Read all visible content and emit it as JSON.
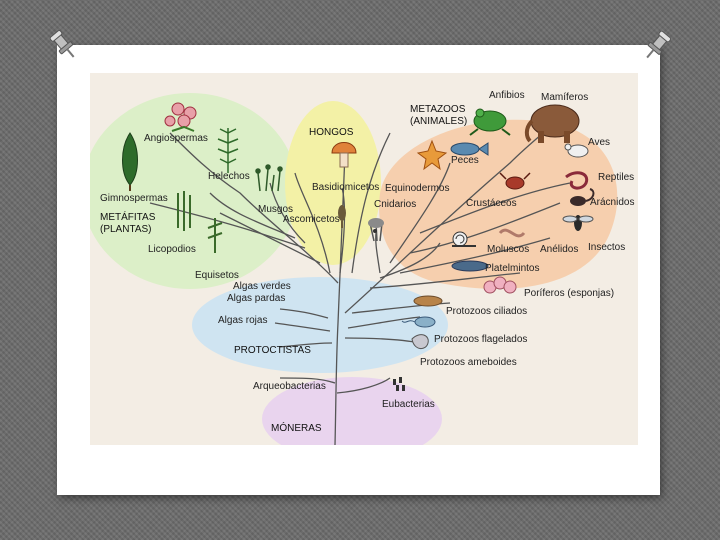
{
  "groups": {
    "plantas_title": "METÁFITAS",
    "plantas_sub": "(PLANTAS)",
    "hongos": "HONGOS",
    "animales_title": "METAZOOS",
    "animales_sub": "(ANIMALES)",
    "protoctistas": "PROTOCTISTAS",
    "moneras": "MÓNERAS"
  },
  "plants": {
    "angiospermas": "Angiospermas",
    "helechos": "Helechos",
    "gimnospermas": "Gimnospermas",
    "musgos": "Musgos",
    "licopodios": "Licopodios",
    "equisetos": "Equisetos"
  },
  "fungi": {
    "basidiomicetos": "Basidiomicetos",
    "ascomicetos": "Ascomicetos"
  },
  "animals": {
    "anfibios": "Anfibios",
    "mamiferos": "Mamíferos",
    "aves": "Aves",
    "peces": "Peces",
    "equinodermos": "Equinodermos",
    "cnidarios": "Cnidarios",
    "reptiles": "Reptiles",
    "crustaceos": "Crustáceos",
    "aracnidos": "Arácnidos",
    "insectos": "Insectos",
    "moluscos": "Moluscos",
    "anelidos": "Anélidos",
    "platelmintos": "Platelmintos",
    "poriferos": "Poríferos (esponjas)"
  },
  "protists": {
    "algas_verdes": "Algas verdes",
    "algas_pardas": "Algas pardas",
    "algas_rojas": "Algas rojas",
    "protozoos_ciliados": "Protozoos ciliados",
    "protozoos_flagelados": "Protozoos flagelados",
    "protozoos_ameboides": "Protozoos ameboides"
  },
  "monera": {
    "arqueobacterias": "Arqueobacterias",
    "eubacterias": "Eubacterias"
  },
  "colors": {
    "plantas_region": "#dcefc8",
    "hongos_region": "#f3f1a6",
    "animales_region": "#f6cfae",
    "protoctistas_region": "#cfe4f1",
    "moneras_region": "#e9d4ee",
    "branch": "#555555"
  },
  "icons": [
    "pushpin-icon",
    "flower-icon",
    "conifer-icon",
    "fern-icon",
    "moss-icon",
    "horsetail-icon",
    "mushroom-icon",
    "frog-icon",
    "mammoth-icon",
    "fish-icon",
    "starfish-icon",
    "bird-icon",
    "snake-icon",
    "scorpion-icon",
    "insect-icon",
    "snail-icon",
    "worm-icon",
    "sponge-icon",
    "bacteria-icon"
  ]
}
